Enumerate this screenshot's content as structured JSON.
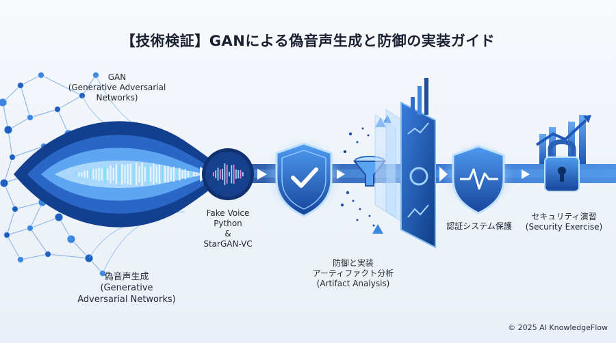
{
  "title": "【技術検証】GANによる偽音声生成と防御の実装ガイド",
  "labels": {
    "gan_top": [
      "GAN",
      "(Generative Adversarial",
      "Networks)"
    ],
    "gan_bottom": [
      "偽音声生成",
      "(Generative",
      "Adversarial Networks)"
    ],
    "fake_voice": [
      "Fake Voice",
      "Python",
      "&",
      "StarGAN-VC"
    ],
    "defense": [
      "防御と実装",
      "アーティファクト分析",
      "(Artifact Analysis)"
    ],
    "auth": [
      "認証システム保護"
    ],
    "security": [
      "セキュリティ演習",
      "(Security Exercise)"
    ]
  },
  "footer": "© 2025 AI KnowledgeFlow",
  "colors": {
    "primary": "#1f5fbf",
    "dark": "#0e3a7a",
    "light": "#6fb4ff",
    "glow": "#bfe3ff",
    "pink": "#e07ac8"
  },
  "icons": [
    "network-graph-icon",
    "waveform-icon",
    "shield-check-icon",
    "funnel-icon",
    "chart-panel-icon",
    "shield-heartbeat-icon",
    "padlock-icon",
    "growth-arrow-icon"
  ]
}
